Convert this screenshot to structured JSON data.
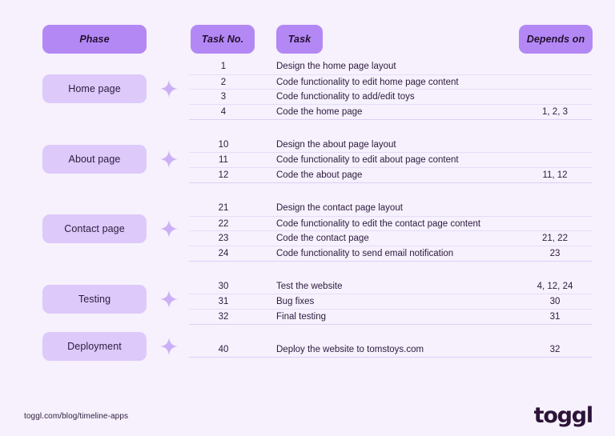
{
  "page": {
    "background_color": "#f6f1fd",
    "text_color": "#2d1b3d",
    "header_badge_color": "#b388f5",
    "phase_badge_color": "#ddc9fa",
    "sparkle_color": "#cbb0f7"
  },
  "header": {
    "phase_label": "Phase",
    "task_no_label": "Task No.",
    "task_label": "Task",
    "depends_on_label": "Depends on"
  },
  "groups": [
    {
      "phase": "Home page",
      "rows": [
        {
          "no": "1",
          "task": "Design the home page layout",
          "depends": ""
        },
        {
          "no": "2",
          "task": "Code functionality to edit home page content",
          "depends": ""
        },
        {
          "no": "3",
          "task": "Code functionality to add/edit toys",
          "depends": ""
        },
        {
          "no": "4",
          "task": "Code the home page",
          "depends": "1, 2, 3"
        }
      ]
    },
    {
      "phase": "About page",
      "rows": [
        {
          "no": "10",
          "task": "Design the about page layout",
          "depends": ""
        },
        {
          "no": "11",
          "task": "Code functionality to edit about page content",
          "depends": ""
        },
        {
          "no": "12",
          "task": "Code the about page",
          "depends": "11, 12"
        }
      ]
    },
    {
      "phase": "Contact page",
      "rows": [
        {
          "no": "21",
          "task": "Design the contact page layout",
          "depends": ""
        },
        {
          "no": "22",
          "task": "Code functionality to edit the contact page content",
          "depends": ""
        },
        {
          "no": "23",
          "task": "Code the contact page",
          "depends": "21, 22"
        },
        {
          "no": "24",
          "task": "Code functionality to send email notification",
          "depends": "23"
        }
      ]
    },
    {
      "phase": "Testing",
      "rows": [
        {
          "no": "30",
          "task": "Test the website",
          "depends": "4, 12, 24"
        },
        {
          "no": "31",
          "task": "Bug fixes",
          "depends": "30"
        },
        {
          "no": "32",
          "task": "Final testing",
          "depends": "31"
        }
      ]
    },
    {
      "phase": "Deployment",
      "rows": [
        {
          "no": "40",
          "task": "Deploy the website to tomstoys.com",
          "depends": "32"
        }
      ]
    }
  ],
  "footer": {
    "url": "toggl.com/blog/timeline-apps",
    "logo": "toggl"
  }
}
